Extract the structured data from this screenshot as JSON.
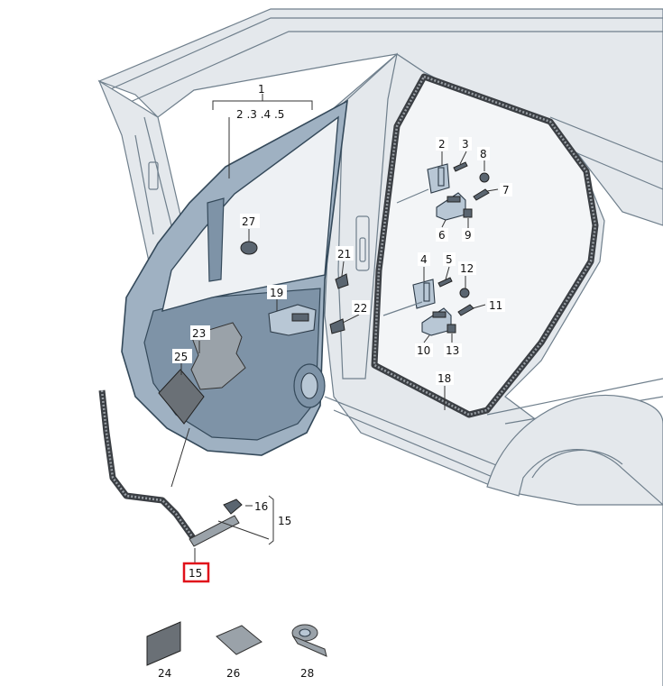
{
  "diagram": {
    "callouts": {
      "c1": "1",
      "c1sub": "2 .3 .4 .5",
      "c2": "2",
      "c3": "3",
      "c4": "4",
      "c5": "5",
      "c6": "6",
      "c7": "7",
      "c8": "8",
      "c9": "9",
      "c10": "10",
      "c11": "11",
      "c12": "12",
      "c13": "13",
      "c15": "15",
      "c15sel": "15",
      "c16": "16",
      "c18": "18",
      "c19": "19",
      "c21": "21",
      "c22": "22",
      "c23": "23",
      "c24": "24",
      "c25": "25",
      "c26": "26",
      "c27": "27",
      "c28": "28"
    },
    "colors": {
      "highlight": "#e0101a",
      "door": "#9fb1c2",
      "body": "#e4e8ec"
    }
  }
}
